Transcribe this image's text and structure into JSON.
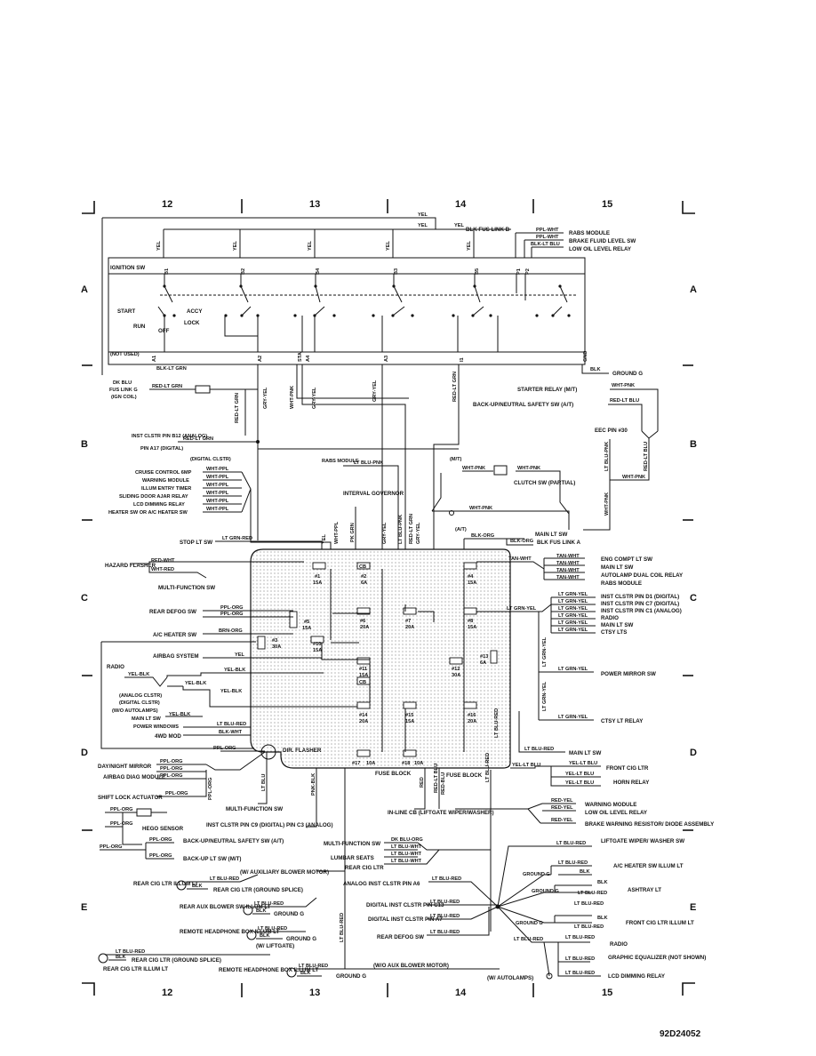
{
  "columns": [
    "12",
    "13",
    "14",
    "15"
  ],
  "rows": [
    "A",
    "B",
    "C",
    "D",
    "E"
  ],
  "figure_id": "92D24052",
  "ignition": {
    "title": "IGNITION SW",
    "positions": [
      "START",
      "ACCY",
      "RUN",
      "OFF",
      "LOCK"
    ],
    "top_pins": [
      "B1",
      "B2",
      "B4",
      "B3",
      "B5",
      "P1",
      "P2"
    ],
    "bottom_pins": [
      "A1",
      "A2",
      "STA",
      "A4",
      "A3",
      "I1",
      "GND"
    ],
    "not_used": "(NOT USED)"
  },
  "fuse_block": {
    "title": "FUSE BLOCK",
    "title2": "FUSE BLOCK",
    "dir_flasher": "DIR. FLASHER",
    "fuses": [
      {
        "id": "#1",
        "rating": "15A"
      },
      {
        "id": "#2",
        "rating": "6A"
      },
      {
        "id": "#3",
        "rating": "30A"
      },
      {
        "id": "#4",
        "rating": "15A"
      },
      {
        "id": "#5",
        "rating": "15A"
      },
      {
        "id": "#6",
        "rating": "20A"
      },
      {
        "id": "#7",
        "rating": "20A"
      },
      {
        "id": "#8",
        "rating": "15A"
      },
      {
        "id": "#10",
        "rating": "15A"
      },
      {
        "id": "#11",
        "rating": "15A"
      },
      {
        "id": "#12",
        "rating": "30A"
      },
      {
        "id": "#13",
        "rating": "6A"
      },
      {
        "id": "#14",
        "rating": "20A"
      },
      {
        "id": "#15",
        "rating": "15A"
      },
      {
        "id": "#16",
        "rating": "20A"
      },
      {
        "id": "#17",
        "rating": "10A"
      },
      {
        "id": "#18",
        "rating": "10A"
      }
    ],
    "cb_label": "CB"
  },
  "labels": {
    "yel": "YEL",
    "blk_fus_link_b": "BLK FUS LINK B",
    "rabs_module": "RABS MODULE",
    "brake_fluid": "BRAKE FLUID LEVEL SW",
    "low_oil_relay": "LOW OIL LEVEL RELAY",
    "ppl_wht": "PPL-WHT",
    "blk_lt_blu": "BLK-LT BLU",
    "blk_lt_grn": "BLK-LT GRN",
    "blk": "BLK",
    "ground_g": "GROUND G",
    "dk_blu": "DK BLU",
    "fus_link_g": "FUS LINK G",
    "ign_coil": "(IGN COIL)",
    "red_lt_grn": "RED-LT GRN",
    "starter_relay": "STARTER RELAY (M/T)",
    "wht_pnk": "WHT-PNK",
    "backup_sw": "BACK-UP/NEUTRAL SAFETY SW (A/T)",
    "red_lt_blu": "RED-LT BLU",
    "eec_pin": "EEC PIN #30",
    "inst_clstr_b12": "INST CLSTR PIN B12 (ANALOG)",
    "pin_a17": "PIN A17 (DIGITAL)",
    "digital_clstr": "(DIGITAL CLSTR)",
    "cruise": "CRUISE CONTROL 6MP",
    "warning_module": "WARNING MODULE",
    "illum_timer": "ILLUM ENTRY TIMER",
    "sliding_door": "SLIDING DOOR AJAR RELAY",
    "lcd_relay": "LCD DIMMING RELAY",
    "heater_sw": "HEATER SW OR A/C HEATER SW",
    "wht_ppl": "WHT-PPL",
    "rabs_module2": "RABS MODULE",
    "lt_blu_pnk": "LT BLU-PNK",
    "interval_governor": "INTERVAL GOVERNOR",
    "mt": "(M/T)",
    "at": "(A/T)",
    "clutch": "CLUTCH SW (PARTIAL)",
    "stop_lt": "STOP LT SW",
    "lt_grn_red": "LT GRN-RED",
    "blk_org": "BLK-ORG",
    "main_lt_sw": "MAIN LT SW",
    "blk_fus_link_a": "BLK FUS LINK A",
    "hazard": "HAZARD FLASHER",
    "red_wht": "RED-WHT",
    "wht_red": "WHT-RED",
    "multi_function_sw": "MULTI-FUNCTION SW",
    "tan_wht": "TAN-WHT",
    "eng_compt": "ENG COMPT LT SW",
    "autolamp": "AUTOLAMP DUAL COIL RELAY",
    "rear_defog": "REAR DEFOG SW",
    "ppl_org": "PPL-ORG",
    "ac_heater": "A/C HEATER SW",
    "brn_org": "BRN-ORG",
    "airbag": "AIRBAG SYSTEM",
    "radio": "RADIO",
    "yel_blk": "YEL-BLK",
    "analog_clstr": "(ANALOG CLSTR)",
    "digital_clstr2": "(DIGITAL CLSTR)",
    "wo_autolamps": "(W/O AUTOLAMPS)",
    "power_windows": "POWER WINDOWS",
    "wd_mod": "4WD MOD",
    "blk_wht": "BLK-WHT",
    "lt_grn_yel": "LT GRN-YEL",
    "inst_d1": "INST CLSTR PIN D1 (DIGITAL)",
    "inst_c7": "INST CLSTR PIN C7 (DIGITAL)",
    "inst_c1": "INST CLSTR PIN C1 (ANALOG)",
    "ctsy_lts": "CTSY LTS",
    "power_mirror": "POWER MIRROR SW",
    "ctsy_relay": "CTSY LT RELAY",
    "day_night": "DAY/NIGHT MIRROR",
    "airbag_diag": "AIRBAG DIAG MODULE",
    "shift_lock": "SHIFT LOCK ACTUATOR",
    "hego": "HEGO SENSOR",
    "backup_at": "BACK-UP/NEUTRAL SAFETY SW (A/T)",
    "backup_mt": "BACK-UP LT SW (M/T)",
    "lt_blu": "LT BLU",
    "lt_blu_red": "LT BLU-RED",
    "yel_lt_blu": "YEL-LT BLU",
    "front_cig": "FRONT CIG LTR",
    "horn_relay": "HORN RELAY",
    "red_yel": "RED-YEL",
    "warning_module2": "WARNING MODULE",
    "low_oil_relay2": "LOW OIL LEVEL RELAY",
    "brake_warning": "BRAKE WARNING RESISTOR/ DIODE ASSEMBLY",
    "inline_cb": "IN-LINE CB (LIFTGATE WIPER/WASHER)",
    "inst_c9": "INST CLSTR PIN C9 (DIGITAL) PIN C3 (ANALOG)",
    "multi_function2": "MULTI-FUNCTION SW",
    "dk_blu_org": "DK BLU-ORG",
    "lumbar": "LUMBAR SEATS",
    "lt_blu_wht": "LT BLU-WHT",
    "rear_cig_ltr": "REAR CIG LTR",
    "liftgate_wiper": "LIFTGATE WIPER/ WASHER SW",
    "rear_cig_illum": "REAR CIG LTR ILLUM LT",
    "rear_cig_ground": "REAR CIG LTR (GROUND SPLICE)",
    "rear_aux_blower": "REAR AUX BLOWER SW ILLUM LT",
    "aux_blower": "(W/ AUXILIARY BLOWER MOTOR)",
    "rear_headphone": "REMOTE HEADPHONE BOX ILLUM LT",
    "w_liftgate": "(W/ LIFTGATE)",
    "wo_aux_blower": "(W/O AUX BLOWER MOTOR)",
    "analog_a6": "ANALOG INST CLSTR PIN A6",
    "digital_c13": "DIGITAL INST CLSTR PIN C13",
    "digital_a7": "DIGITAL INST CLSTR PIN A7",
    "rear_defog2": "REAR DEFOG SW",
    "w_autolamps": "(W/ AUTOLAMPS)",
    "ac_heater_illum": "A/C HEATER SW ILLUM LT",
    "ashtray": "ASHTRAY LT",
    "front_cig_illum": "FRONT CIG LTR ILLUM LT",
    "graphic_eq": "GRAPHIC EQUALIZER (NOT SHOWN)",
    "lcd_relay2": "LCD DIMMING RELAY",
    "ppl_org_sh": "PPL-ORG",
    "gry_yel": "GRY-YEL",
    "wht_ppl2": "WHT-PPL",
    "red_lt_grn2": "RED-LT GRN",
    "pk_grn": "PK GRN",
    "lt_blu_pnk2": "LT BLU-PNK",
    "red": "RED",
    "red_lt_blu2": "RED-LT BLU",
    "pnk_blk": "PNK-BLK",
    "red_blu": "RED-BLU",
    "lt_blu_red2": "LT BLU-RED"
  }
}
